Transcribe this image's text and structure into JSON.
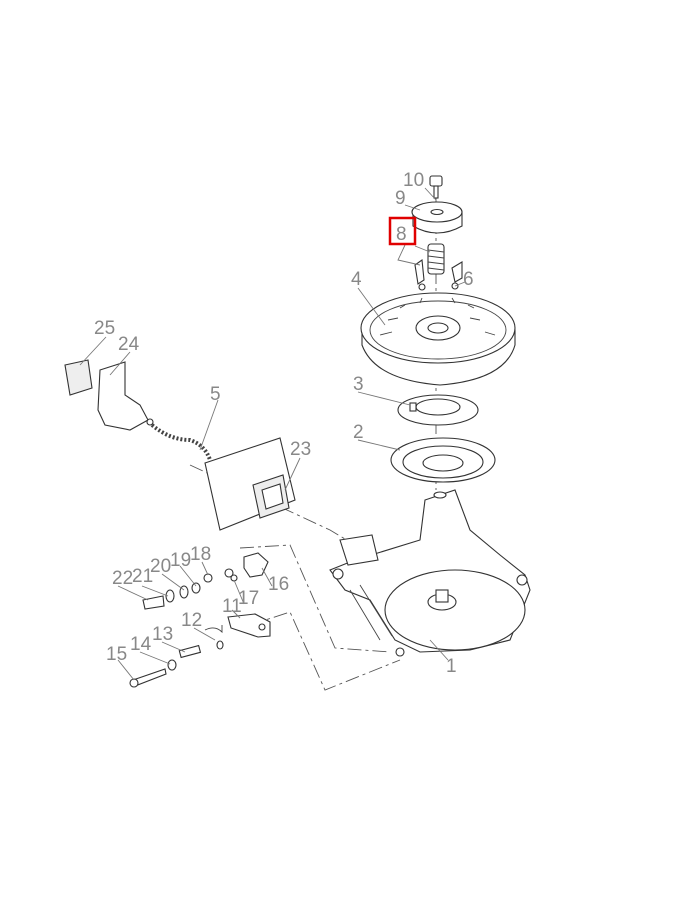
{
  "diagram": {
    "labels": [
      "1",
      "2",
      "3",
      "4",
      "5",
      "6",
      "8",
      "9",
      "10",
      "11",
      "12",
      "13",
      "14",
      "15",
      "16",
      "17",
      "18",
      "19",
      "20",
      "21",
      "22",
      "23",
      "24",
      "25"
    ],
    "highlighted_label": "8",
    "highlight_color": "#e00000"
  }
}
